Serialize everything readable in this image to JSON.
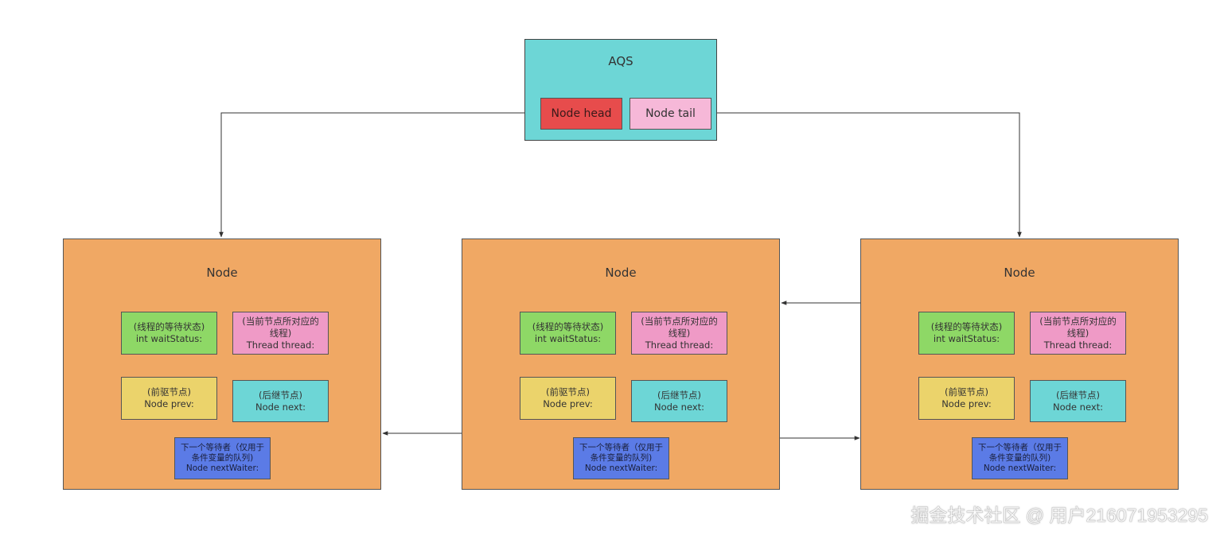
{
  "aqs": {
    "title": "AQS",
    "head_label": "Node head",
    "tail_label": "Node tail"
  },
  "nodes": [
    {
      "title": "Node",
      "wait_status": {
        "comment": "(线程的等待状态)",
        "field": "int waitStatus:"
      },
      "thread": {
        "comment_line1": "(当前节点所对应的",
        "comment_line2": "线程)",
        "field": "Thread thread:"
      },
      "prev": {
        "comment": "(前驱节点)",
        "field": "Node prev:"
      },
      "next": {
        "comment": "(后继节点)",
        "field": "Node next:"
      },
      "next_waiter": {
        "line1": "下一个等待者（仅用于",
        "line2": "条件变量的队列)",
        "field": "Node nextWaiter:"
      }
    },
    {
      "title": "Node",
      "wait_status": {
        "comment": "(线程的等待状态)",
        "field": "int waitStatus:"
      },
      "thread": {
        "comment_line1": "(当前节点所对应的",
        "comment_line2": "线程)",
        "field": "Thread thread:"
      },
      "prev": {
        "comment": "(前驱节点)",
        "field": "Node prev:"
      },
      "next": {
        "comment": "(后继节点)",
        "field": "Node next:"
      },
      "next_waiter": {
        "line1": "下一个等待者（仅用于",
        "line2": "条件变量的队列)",
        "field": "Node nextWaiter:"
      }
    },
    {
      "title": "Node",
      "wait_status": {
        "comment": "(线程的等待状态)",
        "field": "int waitStatus:"
      },
      "thread": {
        "comment_line1": "(当前节点所对应的",
        "comment_line2": "线程)",
        "field": "Thread thread:"
      },
      "prev": {
        "comment": "(前驱节点)",
        "field": "Node prev:"
      },
      "next": {
        "comment": "(后继节点)",
        "field": "Node next:"
      },
      "next_waiter": {
        "line1": "下一个等待者（仅用于",
        "line2": "条件变量的队列)",
        "field": "Node nextWaiter:"
      }
    }
  ],
  "edges": [
    {
      "from": "aqs.head",
      "to": "node-1"
    },
    {
      "from": "aqs.tail",
      "to": "node-3"
    },
    {
      "from": "node-2.prev",
      "to": "node-1"
    },
    {
      "from": "node-2.next",
      "to": "node-3"
    },
    {
      "from": "node-3.prev",
      "to": "node-2"
    }
  ],
  "colors": {
    "aqs_bg": "#6dd6d6",
    "head_bg": "#e74c4c",
    "tail_bg": "#f6b8d8",
    "node_bg": "#f0a864",
    "wait_status_bg": "#8ed866",
    "thread_bg": "#ef9ac6",
    "prev_bg": "#ebd36b",
    "next_bg": "#6dd6d6",
    "next_waiter_bg": "#5b7be6"
  },
  "watermark": "掘金技术社区 @ 用户216071953295"
}
